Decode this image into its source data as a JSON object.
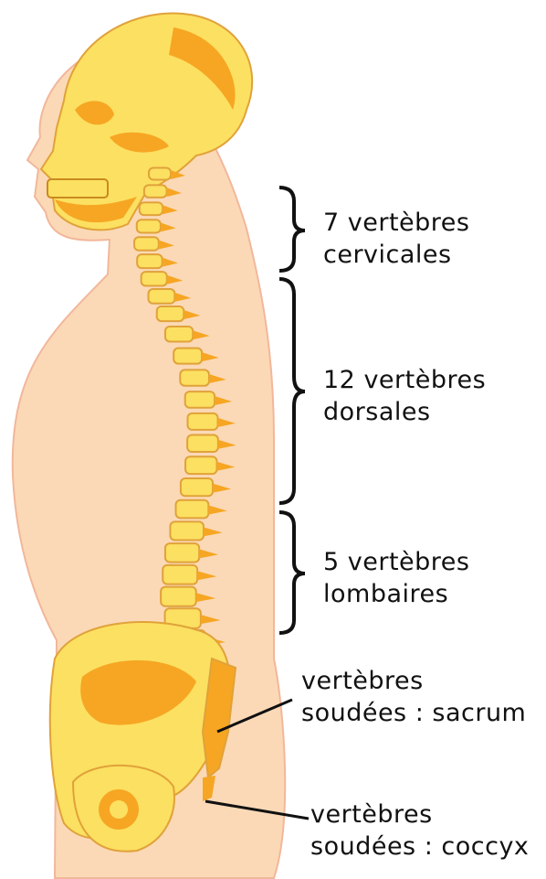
{
  "labels": {
    "cervical": {
      "line1": "7 vertèbres",
      "line2": "cervicales"
    },
    "dorsal": {
      "line1": "12 vertèbres",
      "line2": "dorsales"
    },
    "lumbar": {
      "line1": "5 vertèbres",
      "line2": "lombaires"
    },
    "sacrum": {
      "line1": "vertèbres",
      "line2": "soudées : sacrum"
    },
    "coccyx": {
      "line1": "vertèbres",
      "line2": "soudées : coccyx"
    }
  },
  "colors": {
    "skin": "#fbd9b7",
    "bone": "#fce061",
    "bone_shade": "#f6a623",
    "outline": "#e0a23a",
    "ink": "#111111"
  }
}
